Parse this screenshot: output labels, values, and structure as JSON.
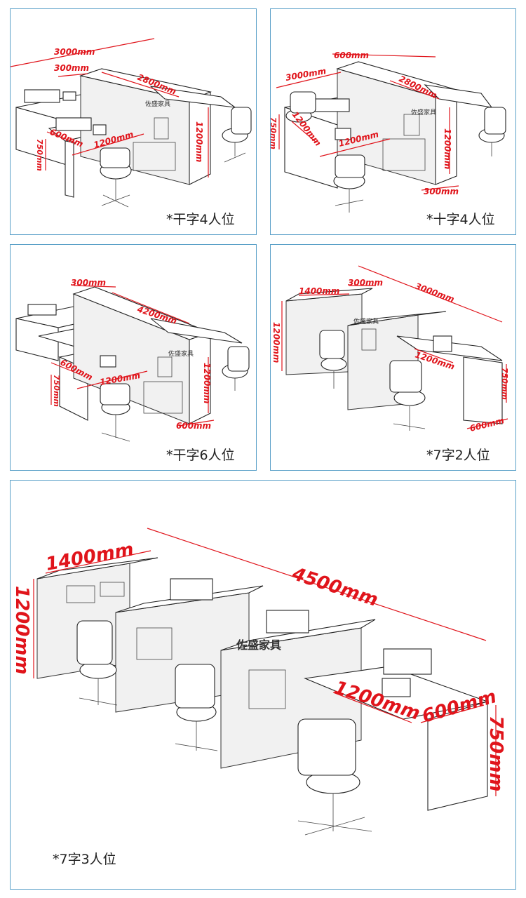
{
  "panels": [
    {
      "caption": "*干字4人位",
      "dims": {
        "a": "3000mm",
        "b": "300mm",
        "c": "2800mm",
        "d": "1200mm",
        "e": "600mm",
        "f": "750mm",
        "g": "1200mm"
      }
    },
    {
      "caption": "*十字4人位",
      "dims": {
        "a": "600mm",
        "b": "3000mm",
        "c": "2800mm",
        "d": "750mm",
        "e": "1200mm",
        "f": "1200mm",
        "g": "1200mm",
        "h": "300mm"
      }
    },
    {
      "caption": "*干字6人位",
      "dims": {
        "a": "300mm",
        "b": "4200mm",
        "c": "600mm",
        "d": "750mm",
        "e": "1200mm",
        "f": "1200mm",
        "g": "600mm"
      }
    },
    {
      "caption": "*7字2人位",
      "dims": {
        "a": "1400mm",
        "b": "300mm",
        "c": "3000mm",
        "d": "1200mm",
        "e": "1200mm",
        "f": "750mm",
        "g": "600mm"
      }
    },
    {
      "caption": "*7字3人位",
      "dims": {
        "a": "1400mm",
        "b": "4500mm",
        "c": "1200mm",
        "d": "1200mm",
        "e": "600mm",
        "f": "750mm"
      }
    }
  ],
  "brand_text": "佐盛家具",
  "colors": {
    "border": "#5aa0c8",
    "dimension": "#e0141b"
  }
}
